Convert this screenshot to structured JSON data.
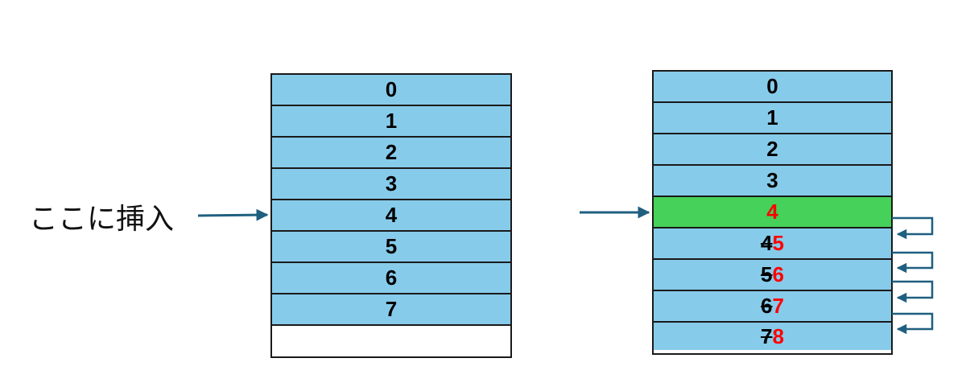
{
  "insert_label": "ここに挿入",
  "colors": {
    "cell_fill": "#87cbea",
    "inserted_fill": "#45d15a",
    "highlight_text": "#ff0000",
    "arrow": "#1f5f80",
    "border": "#1a1a1a"
  },
  "before_array": {
    "cells": [
      "0",
      "1",
      "2",
      "3",
      "4",
      "5",
      "6",
      "7",
      ""
    ]
  },
  "after_array": {
    "cells": [
      {
        "old": "",
        "new": "0",
        "status": "unchanged"
      },
      {
        "old": "",
        "new": "1",
        "status": "unchanged"
      },
      {
        "old": "",
        "new": "2",
        "status": "unchanged"
      },
      {
        "old": "",
        "new": "3",
        "status": "unchanged"
      },
      {
        "old": "",
        "new": "4",
        "status": "inserted"
      },
      {
        "old": "4",
        "new": "5",
        "status": "shifted"
      },
      {
        "old": "5",
        "new": "6",
        "status": "shifted"
      },
      {
        "old": "6",
        "new": "7",
        "status": "shifted"
      },
      {
        "old": "7",
        "new": "8",
        "status": "shifted"
      }
    ]
  }
}
